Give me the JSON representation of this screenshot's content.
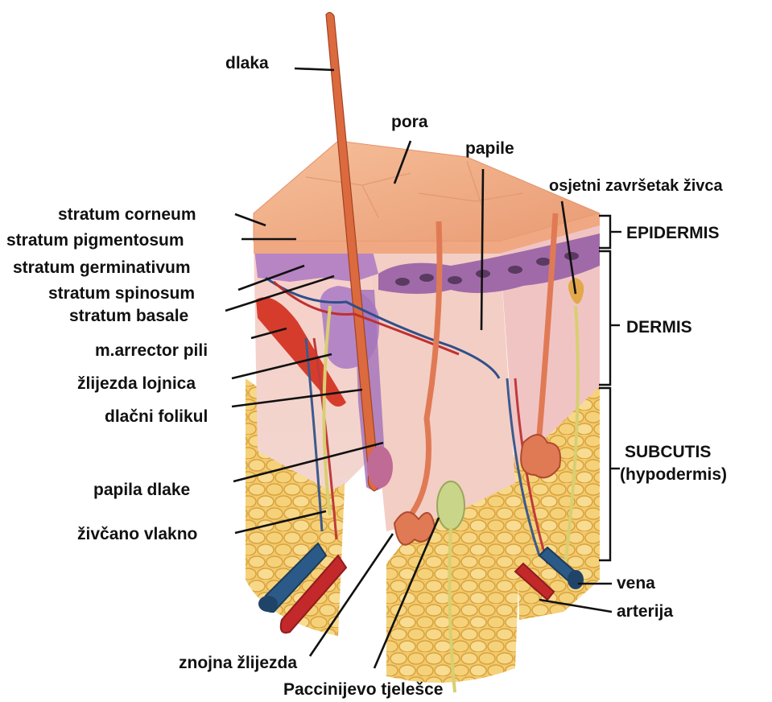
{
  "labels": {
    "dlaka": "dlaka",
    "pora": "pora",
    "papile": "papile",
    "osjetni": "osjetni završetak živca",
    "stratum_corneum": "stratum corneum",
    "stratum_pigmentosum": "stratum pigmentosum",
    "stratum_germinativum": "stratum germinativum",
    "stratum_spinosum": "stratum spinosum",
    "stratum_basale": "stratum basale",
    "arrector": "m.arrector pili",
    "lojnica": "žlijezda lojnica",
    "folikul": "dlačni folikul",
    "papila_dlake": "papila dlake",
    "vlakno": "živčano vlakno",
    "znojna": "znojna žlijezda",
    "paccinijevo": "Paccinijevo tjelešce",
    "vena": "vena",
    "arterija": "arterija",
    "epidermis": "EPIDERMIS",
    "dermis": "DERMIS",
    "subcutis": "SUBCUTIS",
    "hypodermis": "(hypodermis)"
  },
  "colors": {
    "skin_surface": "#f2b08a",
    "epidermis_purple": "#b07cc0",
    "dermis_pink": "#f4c6c0",
    "fat_yellow": "#f0c860",
    "hair": "#d9643a",
    "vein_blue": "#2a5a86",
    "artery_red": "#c0282a",
    "nerve_yellow": "#d9cf70"
  }
}
